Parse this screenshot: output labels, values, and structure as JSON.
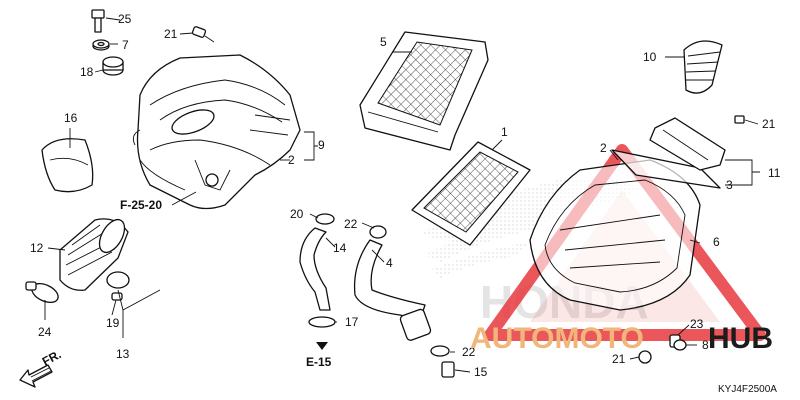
{
  "diagram": {
    "code": "KYJ4F2500A",
    "front_arrow": "FR.",
    "refs": [
      "F-25-20",
      "E-15"
    ],
    "parts": {
      "p1": "1",
      "p2a": "2",
      "p2b": "2",
      "p3": "3",
      "p4": "4",
      "p5": "5",
      "p6": "6",
      "p7": "7",
      "p8": "8",
      "p9": "9",
      "p10": "10",
      "p11": "11",
      "p12": "12",
      "p13": "13",
      "p14": "14",
      "p15": "15",
      "p16": "16",
      "p17": "17",
      "p18": "18",
      "p19": "19",
      "p20": "20",
      "p21a": "21",
      "p21b": "21",
      "p21c": "21",
      "p22a": "22",
      "p22b": "22",
      "p23": "23",
      "p24": "24",
      "p25": "25"
    }
  },
  "watermark": {
    "text_a": "AUTOMOTO",
    "text_b": "HUB",
    "color_a": "#f0b77d",
    "color_b": "#1c1c1c",
    "triangle_color": "#e8383d",
    "ghost_text": "HONDA"
  }
}
